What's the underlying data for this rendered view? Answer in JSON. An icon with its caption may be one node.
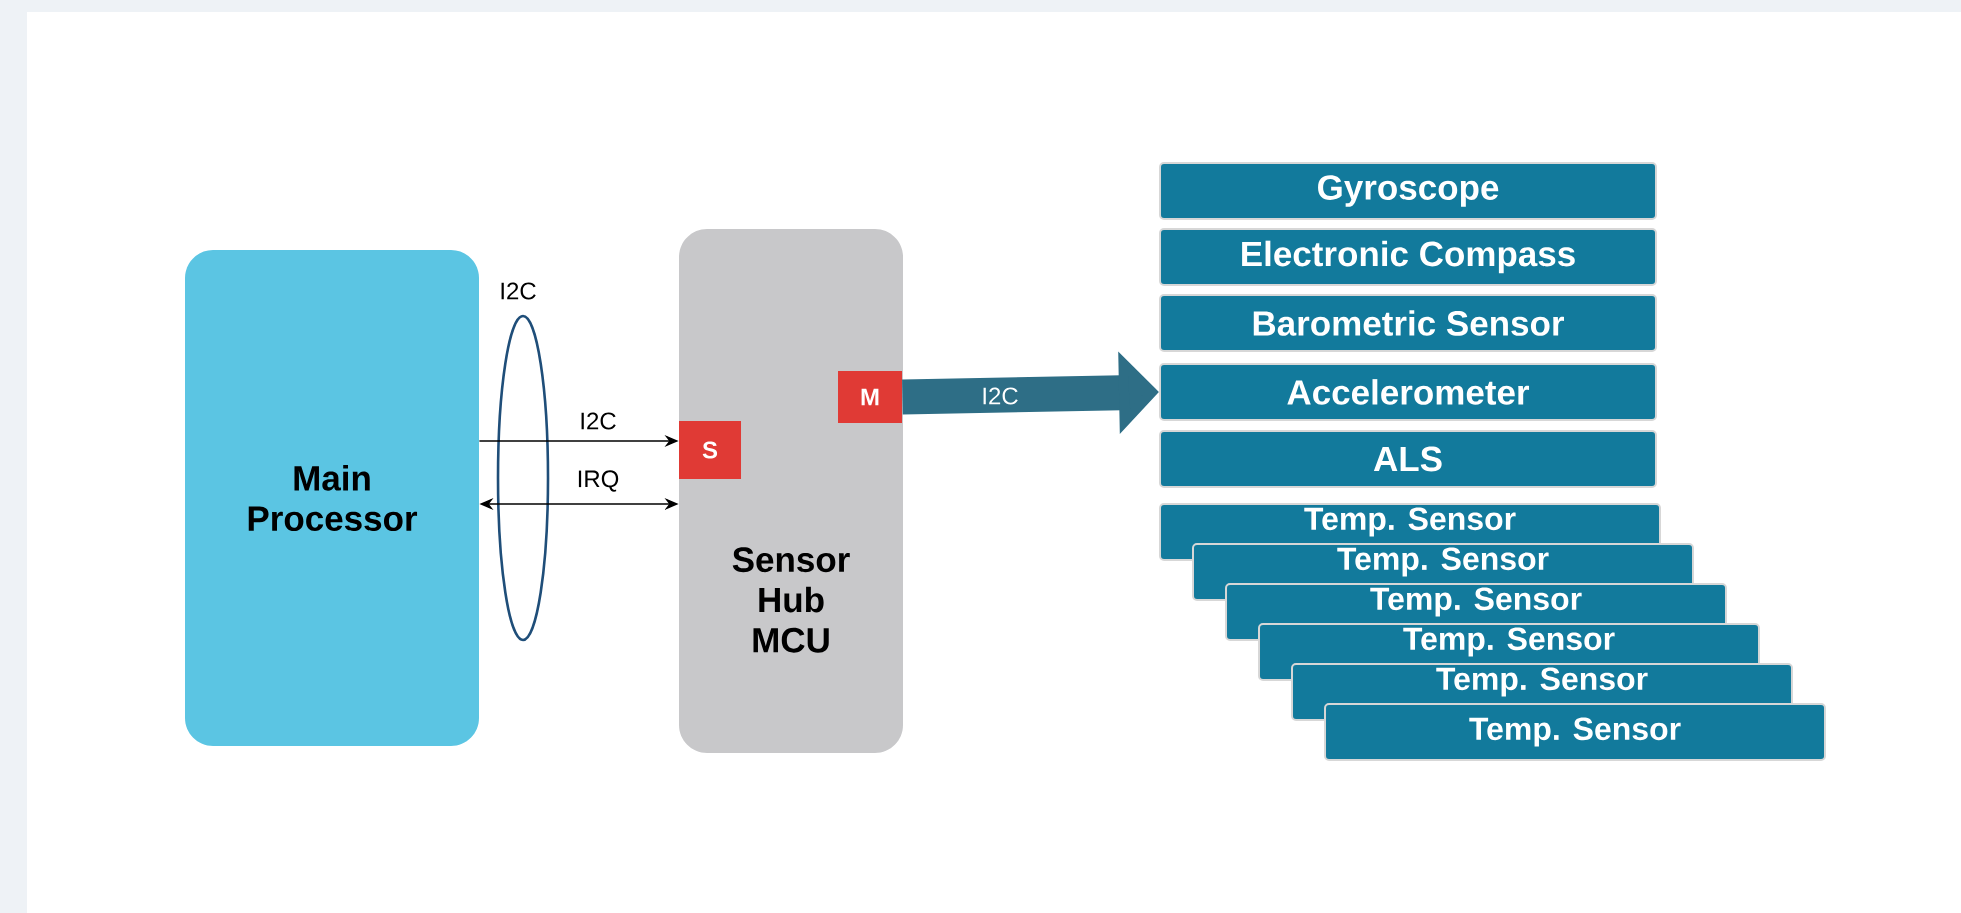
{
  "diagram": {
    "nodes": [
      {
        "text": [
          "Main Processor"
        ]
      },
      {
        "text": [
          "Sensor Hub MCU"
        ]
      },
      {
        "text": [
          "S"
        ],
        "in": 1
      },
      {
        "text": [
          "M"
        ],
        "in": 1
      },
      {
        "text": [
          "Gyroscope"
        ]
      },
      {
        "text": [
          "Electronic Compass"
        ]
      },
      {
        "text": [
          "Barometric Sensor"
        ]
      },
      {
        "text": [
          "Accelerometer"
        ]
      },
      {
        "text": [
          "ALS"
        ]
      },
      {
        "text": [
          "Temp. Sensor"
        ]
      },
      {
        "text": [
          "Temp. Sensor"
        ]
      },
      {
        "text": [
          "Temp. Sensor"
        ]
      },
      {
        "text": [
          "Temp. Sensor"
        ]
      },
      {
        "text": [
          "Temp. Sensor"
        ]
      },
      {
        "text": [
          "Temp. Sensor"
        ]
      }
    ],
    "edges": [
      {
        "from": 0,
        "to": 2,
        "arrow": "to",
        "label": "I2C"
      },
      {
        "from": 0,
        "to": 1,
        "arrow": "both",
        "label": "IRQ"
      },
      {
        "from": 3,
        "to": 7,
        "arrow": "to",
        "label": "I2C",
        "style": "thick",
        "color": "#2e6e86"
      }
    ],
    "labels": [
      "I2C"
    ]
  }
}
